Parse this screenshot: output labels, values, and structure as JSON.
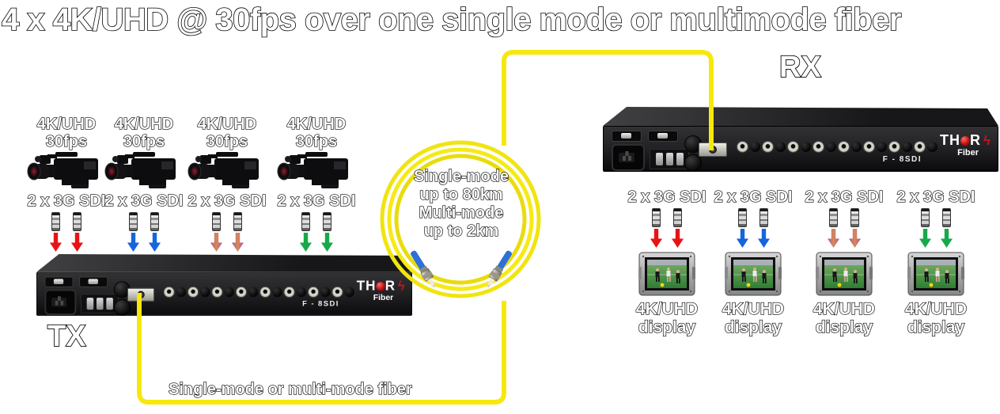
{
  "title": "4 x 4K/UHD @ 30fps over one single mode or multimode fiber",
  "tx": {
    "label": "TX"
  },
  "rx": {
    "label": "RX"
  },
  "device": {
    "brand_prefix": "TH",
    "brand_suffix": "R",
    "brand_sub": "Fiber",
    "model": "F - 8SDI"
  },
  "cameras": [
    {
      "format": "4K/UHD",
      "rate": "30fps",
      "sdi": "2 x 3G SDI",
      "arrow_color": "#e81414"
    },
    {
      "format": "4K/UHD",
      "rate": "30fps",
      "sdi": "2 x 3G SDI",
      "arrow_color": "#1565dd"
    },
    {
      "format": "4K/UHD",
      "rate": "30fps",
      "sdi": "2 x 3G SDI",
      "arrow_color": "#b05aa6"
    },
    {
      "format": "4K/UHD",
      "rate": "30fps",
      "sdi": "2 x 3G SDI",
      "arrow_color": "#17a949"
    }
  ],
  "displays": [
    {
      "sdi": "2 x 3G SDI",
      "line1": "4K/UHD",
      "line2": "display",
      "arrow_color": "#e81414"
    },
    {
      "sdi": "2 x 3G SDI",
      "line1": "4K/UHD",
      "line2": "display",
      "arrow_color": "#1565dd"
    },
    {
      "sdi": "2 x 3G SDI",
      "line1": "4K/UHD",
      "line2": "display",
      "arrow_color": "#b05aa6"
    },
    {
      "sdi": "2 x 3G SDI",
      "line1": "4K/UHD",
      "line2": "display",
      "arrow_color": "#17a949"
    }
  ],
  "fiber": {
    "coil_lines": [
      "Single-mode",
      "up to 80km",
      "Multi-mode",
      "up to 2km"
    ],
    "bottom_label": "Single-mode or multi-mode fiber",
    "cable_color": "#f6e80b"
  },
  "colors": {
    "chassis": "#1b1b1d",
    "logo_red": "#c3151c",
    "connector_boot_blue": "#2f6fd8"
  }
}
